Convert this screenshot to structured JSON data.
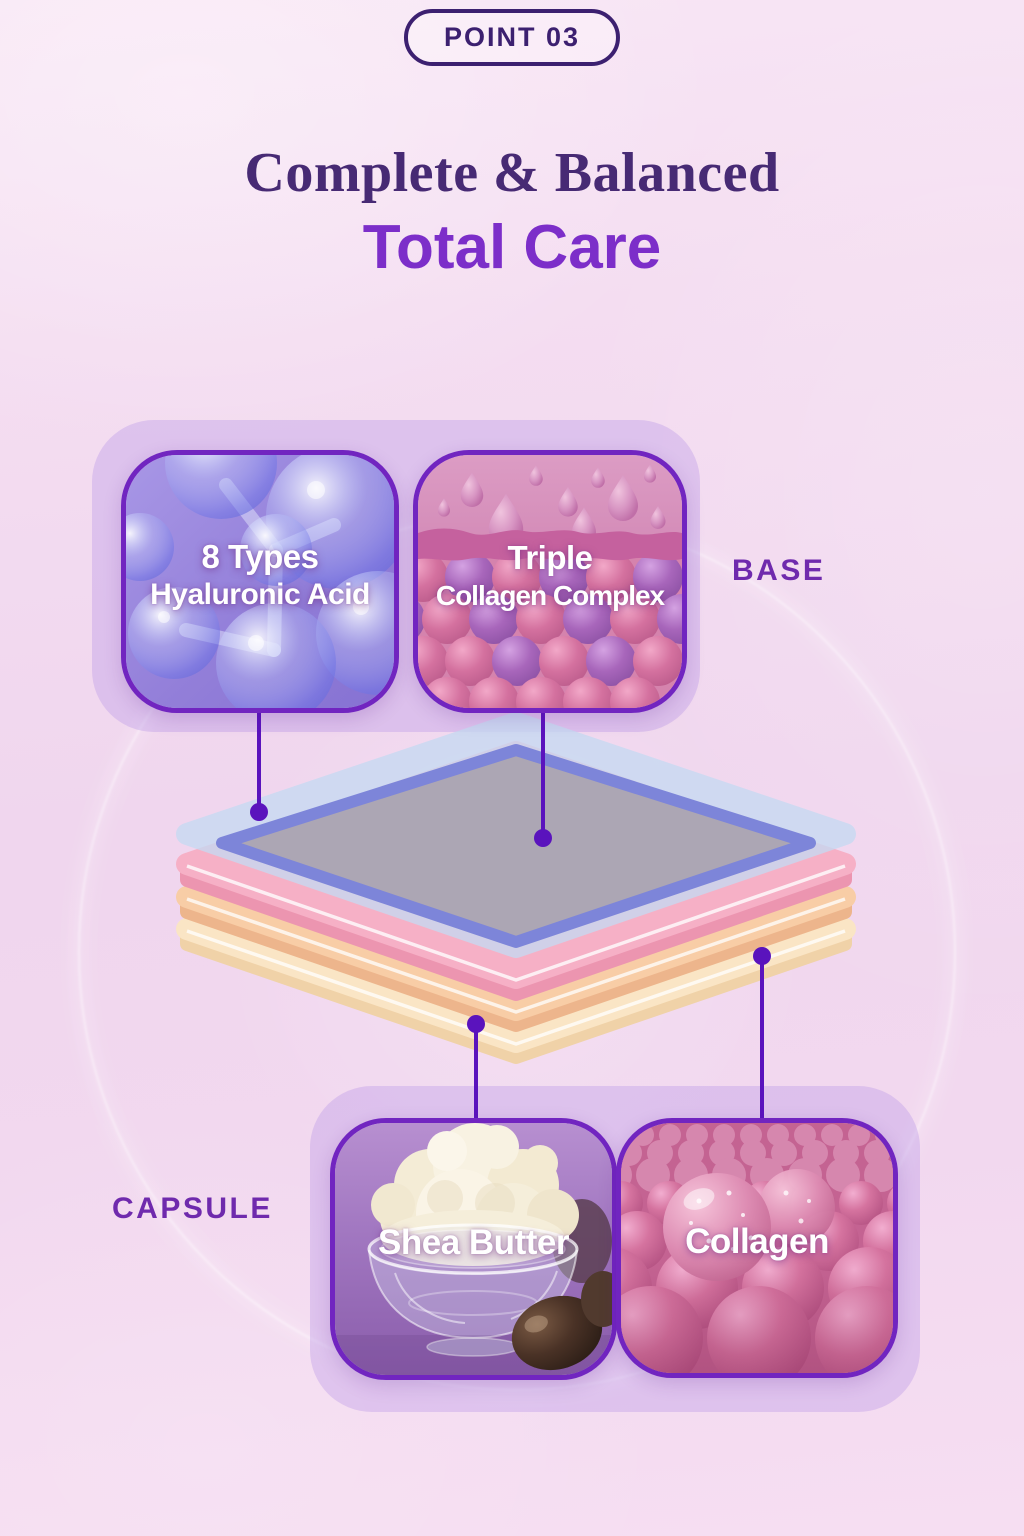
{
  "badge": {
    "label": "POINT 03"
  },
  "title": {
    "line1": "Complete & Balanced",
    "line2": "Total Care"
  },
  "section_labels": {
    "base": "BASE",
    "capsule": "CAPSULE"
  },
  "cards": [
    {
      "id": "hyaluronic-acid",
      "line1": "8 Types",
      "line2": "Hyaluronic Acid",
      "image": "purple-hyaluronic-molecules"
    },
    {
      "id": "triple-collagen",
      "line1": "Triple",
      "line2": "Collagen Complex",
      "image": "pink-skin-layer-with-droplets-and-collagen-spheres"
    },
    {
      "id": "shea-butter",
      "line1": "Shea Butter",
      "image": "glass-bowl-of-shea-butter-with-nuts"
    },
    {
      "id": "collagen",
      "line1": "Collagen",
      "image": "pink-collagen-spheres"
    }
  ],
  "colors": {
    "accent_connector_purple": "#5a13bd",
    "card_border_purple": "#7125c0",
    "badge_indigo": "#3c2070",
    "title_serif_purple": "#472a74",
    "title_bold_purple": "#7c2ec9",
    "side_label_purple": "#6f2aad",
    "panel_lavender": "rgba(187,152,232,0.38)",
    "layer_glass_blue": "#c6daf2",
    "layer_glass_rim": "#7d85d9",
    "layer_gray_top": "#aba4b2",
    "layer_pink": "#f6b0c6",
    "layer_orange": "#f8cda6",
    "layer_cream": "#fae5c5",
    "background_pink": "#f2d8ef"
  }
}
